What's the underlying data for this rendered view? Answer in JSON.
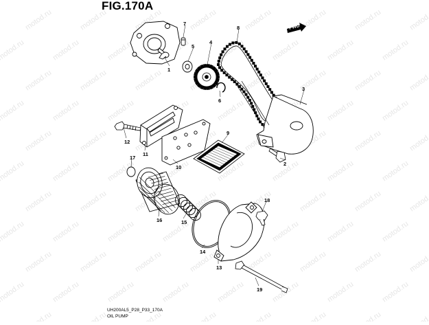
{
  "figure_title": "FIG.170A",
  "fwd_label": "FWD",
  "watermark_text": "motod.ru",
  "footer": {
    "code": "UH200AL5_P28_P33_170A",
    "caption": "OIL PUMP"
  },
  "callouts": [
    {
      "id": "1",
      "part": "oil pump assembly"
    },
    {
      "id": "2",
      "part": "bolt"
    },
    {
      "id": "3",
      "part": "chain guide cover"
    },
    {
      "id": "4",
      "part": "sprocket"
    },
    {
      "id": "5",
      "part": "washer"
    },
    {
      "id": "6",
      "part": "circlip"
    },
    {
      "id": "7",
      "part": "pin"
    },
    {
      "id": "8",
      "part": "chain"
    },
    {
      "id": "9",
      "part": "screen"
    },
    {
      "id": "10",
      "part": "gasket"
    },
    {
      "id": "11",
      "part": "cover"
    },
    {
      "id": "12",
      "part": "bolt"
    },
    {
      "id": "13",
      "part": "filter cap"
    },
    {
      "id": "14",
      "part": "o-ring"
    },
    {
      "id": "15",
      "part": "spring"
    },
    {
      "id": "16",
      "part": "oil filter"
    },
    {
      "id": "17",
      "part": "o-ring"
    },
    {
      "id": "18",
      "part": "bolt"
    },
    {
      "id": "19",
      "part": "bolt"
    }
  ],
  "colors": {
    "line": "#000000",
    "watermark": "#e6e6e6",
    "background": "#ffffff"
  }
}
